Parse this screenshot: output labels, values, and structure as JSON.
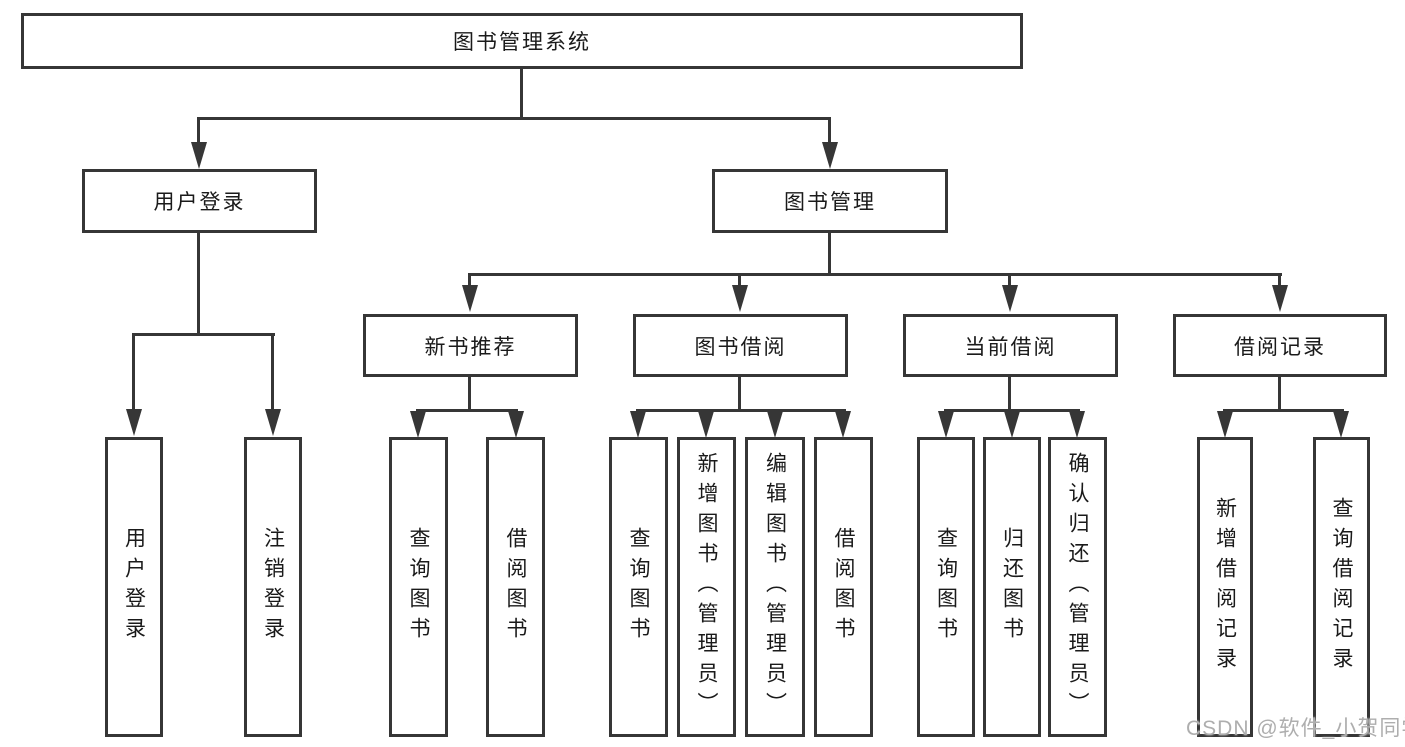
{
  "diagram": {
    "title": "图书管理系统",
    "watermark": "CSDN @软件_小贺同学",
    "colors": {
      "line": "#363636",
      "box_border": "#363636",
      "box_background": "#ffffff",
      "text": "#1a1a1a",
      "watermark_text": "#aeaeae",
      "background": "#ffffff"
    },
    "tree": {
      "label": "图书管理系统",
      "children": [
        {
          "label": "用户登录",
          "children": [
            {
              "label": "用户登录"
            },
            {
              "label": "注销登录"
            }
          ]
        },
        {
          "label": "图书管理",
          "children": [
            {
              "label": "新书推荐",
              "children": [
                {
                  "label": "查询图书"
                },
                {
                  "label": "借阅图书"
                }
              ]
            },
            {
              "label": "图书借阅",
              "children": [
                {
                  "label": "查询图书"
                },
                {
                  "label": "新增图书（管理员）"
                },
                {
                  "label": "编辑图书（管理员）"
                },
                {
                  "label": "借阅图书"
                }
              ]
            },
            {
              "label": "当前借阅",
              "children": [
                {
                  "label": "查询图书"
                },
                {
                  "label": "归还图书"
                },
                {
                  "label": "确认归还（管理员）"
                }
              ]
            },
            {
              "label": "借阅记录",
              "children": [
                {
                  "label": "新增借阅记录"
                },
                {
                  "label": "查询借阅记录"
                }
              ]
            }
          ]
        }
      ]
    }
  }
}
